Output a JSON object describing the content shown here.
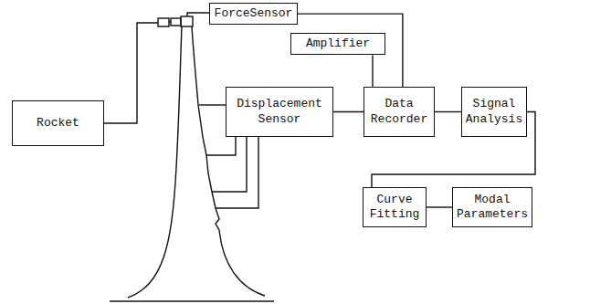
{
  "diagram": {
    "nodes": [
      {
        "text": [
          "Rocket"
        ]
      },
      {
        "text": [
          "ForceSensor"
        ]
      },
      {
        "text": [
          "Displacement Sensor"
        ]
      },
      {
        "text": [
          "Amplifier"
        ]
      },
      {
        "text": [
          "Data Recorder"
        ]
      },
      {
        "text": [
          "Signal Analysis"
        ]
      },
      {
        "text": [
          "Curve Fitting"
        ]
      },
      {
        "text": [
          "Modal Parameters"
        ]
      }
    ],
    "edges": [
      {
        "from": 1,
        "to": 4,
        "arrow": "none"
      },
      {
        "from": 3,
        "to": 4,
        "arrow": "none"
      },
      {
        "from": 2,
        "to": 4,
        "arrow": "none"
      },
      {
        "from": 4,
        "to": 5,
        "arrow": "none"
      },
      {
        "from": 5,
        "to": 6,
        "arrow": "none"
      },
      {
        "from": 6,
        "to": 7,
        "arrow": "none"
      }
    ]
  }
}
